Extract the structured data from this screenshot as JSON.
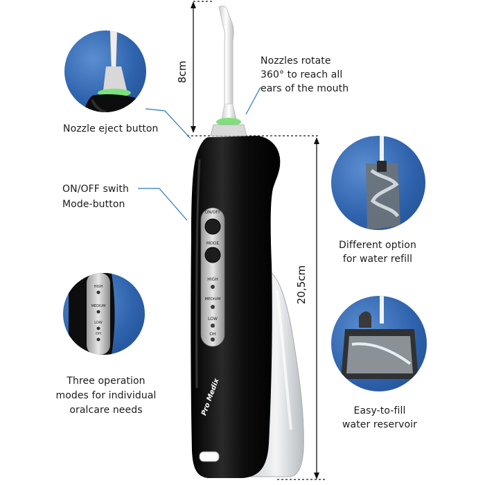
{
  "dimensions": {
    "nozzle_height": "8cm",
    "body_height": "20,5cm"
  },
  "features": {
    "nozzle_rotate": [
      "Nozzles rotate",
      "360° to reach all",
      "ears of the mouth"
    ],
    "nozzle_eject": "Nozzle eject button",
    "on_off": [
      "ON/OFF swith",
      "Mode-button"
    ],
    "three_modes": [
      "Three operation",
      "modes for individual",
      "oralcare needs"
    ],
    "water_refill": [
      "Different option",
      "for water refill"
    ],
    "easy_fill": [
      "Easy-to-fill",
      "water reservoir"
    ]
  },
  "device": {
    "buttons": {
      "on_off": "ON/OFF",
      "mode": "MODE"
    },
    "modes": [
      "HIGH",
      "MEDIUM",
      "LOW"
    ],
    "off_label": "OH",
    "brand": [
      "Pro",
      "Medix"
    ]
  },
  "colors": {
    "accent_line": "#2a78b8",
    "nozzle_ring": "#7ee07a",
    "body": "#111111",
    "circle_bg": "#2f63ad"
  }
}
